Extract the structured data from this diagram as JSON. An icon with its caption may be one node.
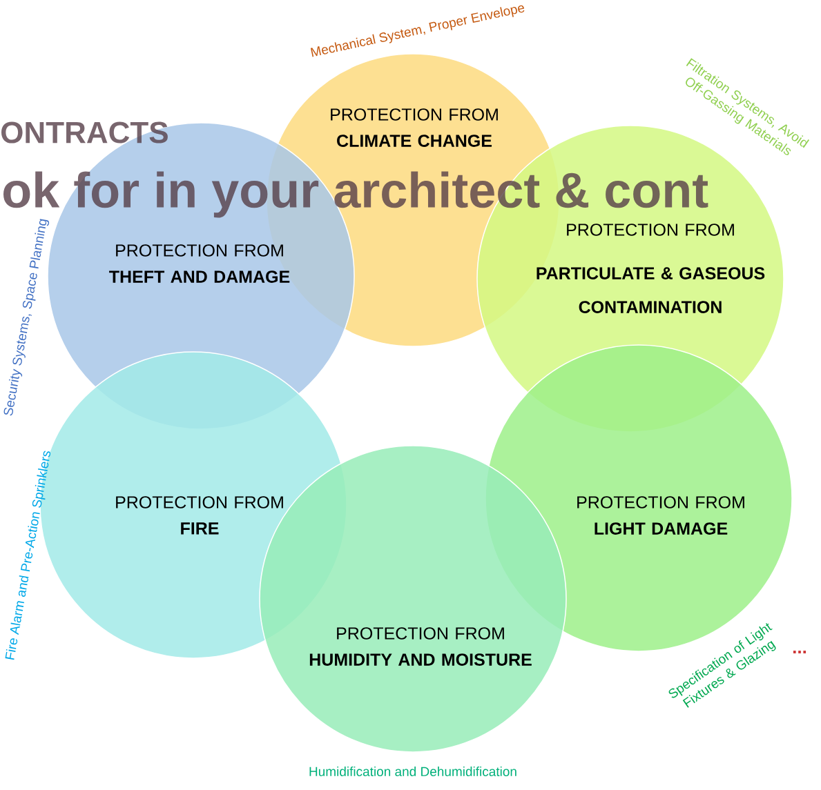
{
  "diagram": {
    "nodes": [
      {
        "text": [
          "PROTECTION FROM",
          "CLIMATE CHANGE"
        ],
        "beside": [
          "Mechanical System, Proper Envelope"
        ]
      },
      {
        "text": [
          "PROTECTION FROM",
          "THEFT AND DAMAGE"
        ],
        "beside": [
          "Security Systems, Space Planning"
        ]
      },
      {
        "text": [
          "PROTECTION FROM",
          "PARTICULATE & GASEOUS CONTAMINATION"
        ],
        "beside": [
          "Filtration Systems, Avoid Off-Gassing Materials"
        ]
      },
      {
        "text": [
          "PROTECTION FROM",
          "FIRE"
        ],
        "beside": [
          "Fire Alarm and Pre-Action Sprinklers"
        ]
      },
      {
        "text": [
          "PROTECTION FROM",
          "LIGHT DAMAGE"
        ],
        "beside": [
          "Specification of Light Fixtures & Glazing"
        ]
      },
      {
        "text": [
          "PROTECTION FROM",
          "HUMIDITY AND MOISTURE"
        ],
        "beside": [
          "Humidification and Dehumidification"
        ]
      }
    ],
    "labels": [
      "ONTRACTS",
      "ok for in your architect & cont",
      "..."
    ]
  }
}
